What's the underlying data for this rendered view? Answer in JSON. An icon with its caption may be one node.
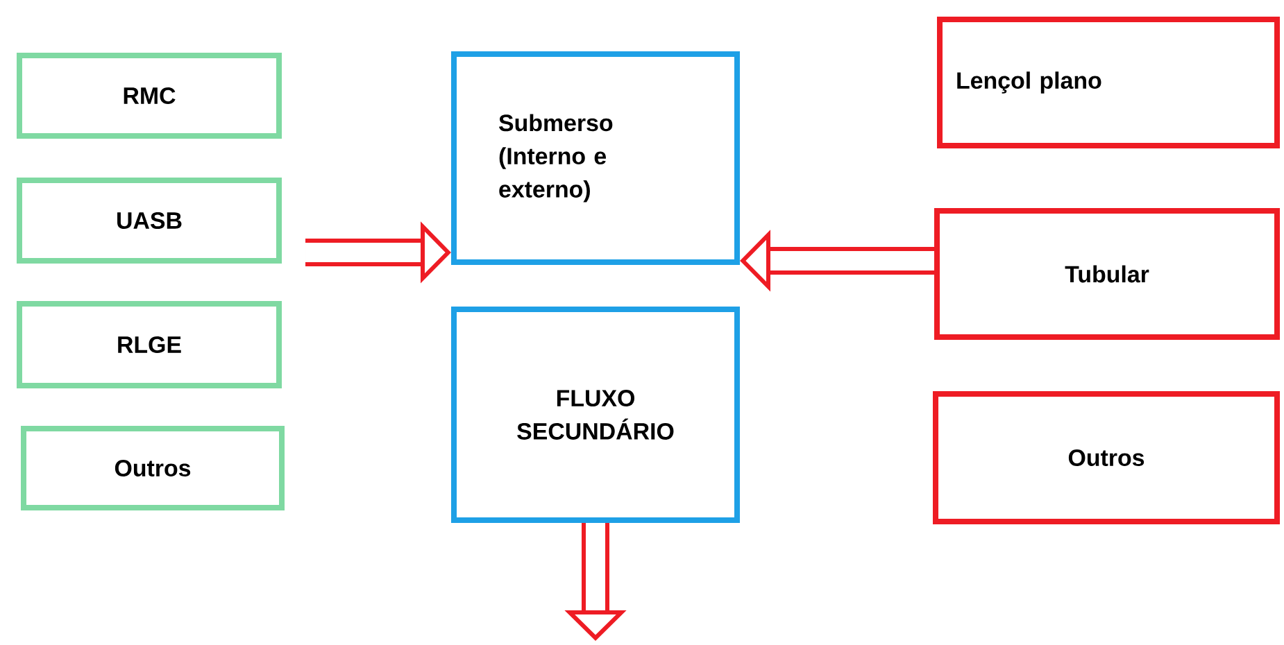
{
  "diagram": {
    "nodes": [
      {
        "text": [
          "RMC"
        ]
      },
      {
        "text": [
          "UASB"
        ]
      },
      {
        "text": [
          "RLGE"
        ]
      },
      {
        "text": [
          "Outros"
        ]
      },
      {
        "text": [
          "Submerso (Interno e externo)"
        ]
      },
      {
        "text": [
          "FLUXO SECUNDÁRIO"
        ]
      },
      {
        "text": [
          "Lençol plano"
        ]
      },
      {
        "text": [
          "Tubular"
        ]
      },
      {
        "text": [
          "Outros"
        ]
      }
    ],
    "edges": [
      {
        "from": null,
        "to": 4,
        "arrow": "to",
        "color": "#ee1c24"
      },
      {
        "from": 7,
        "to": 4,
        "arrow": "to",
        "color": "#ee1c24"
      },
      {
        "from": 5,
        "to": null,
        "arrow": "to",
        "color": "#ee1c24"
      }
    ]
  }
}
